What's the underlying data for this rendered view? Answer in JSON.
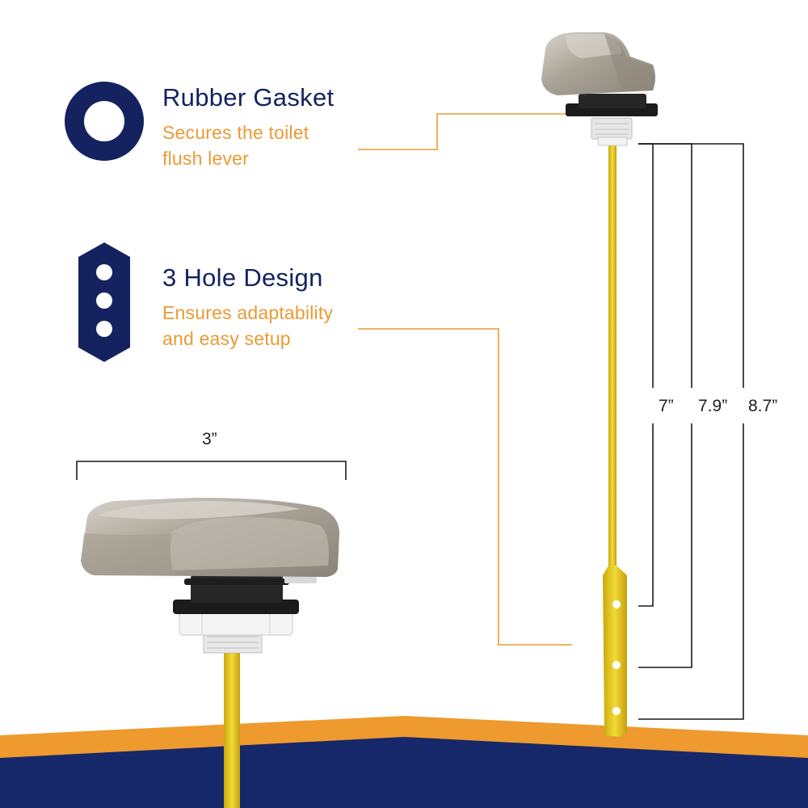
{
  "features": [
    {
      "title": "Rubber Gasket",
      "description_line1": "Secures the toilet",
      "description_line2": "flush lever",
      "icon": "ring-icon"
    },
    {
      "title": "3 Hole Design",
      "description_line1": "Ensures adaptability",
      "description_line2": "and easy setup",
      "icon": "three-hole-arm-icon"
    }
  ],
  "dimensions": {
    "handle_width": "3”",
    "arm_hole_1": "7”",
    "arm_hole_2": "7.9”",
    "arm_hole_3": "8.7”"
  },
  "colors": {
    "navy": "#14235f",
    "orange": "#ea9a34",
    "brass": "#e2c21a",
    "nickel": "#b3aca1"
  }
}
